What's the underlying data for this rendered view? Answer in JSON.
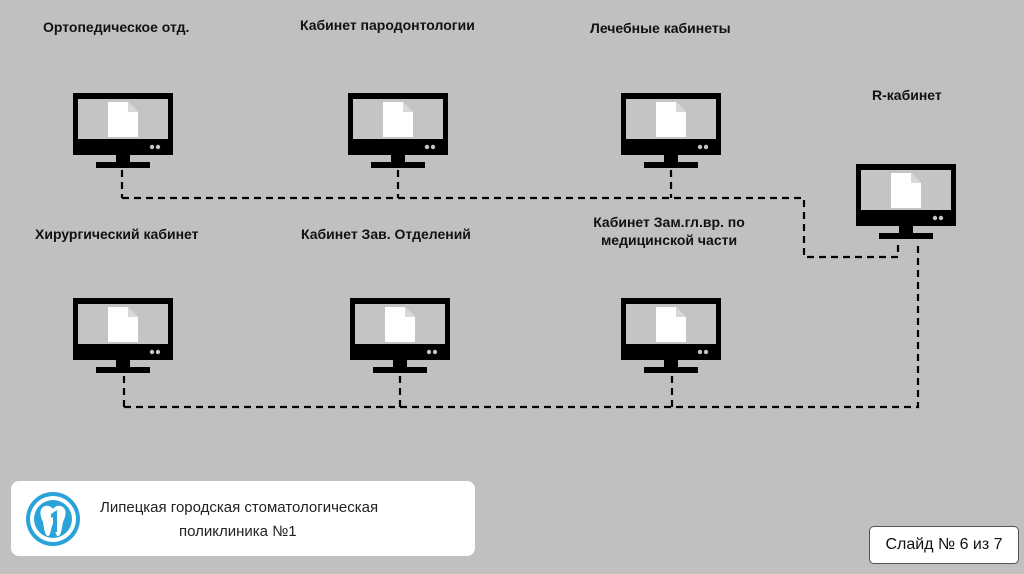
{
  "labels": {
    "ortho": "Ортопедическое отд.",
    "parodont": "Кабинет пародонтологии",
    "lech": "Лечебные кабинеты",
    "r": "R-кабинет",
    "hirurg": "Хирургический кабинет",
    "zav": "Кабинет Зав. Отделений",
    "zam": "Кабинет Зам.гл.вр. по медицинской части"
  },
  "footer": {
    "org_line1": "Липецкая городская стоматологическая",
    "org_line2": "поликлиника №1"
  },
  "slide": {
    "counter": "Слайд № 6 из 7"
  },
  "colors": {
    "background": "#c0c0c0",
    "monitor": "#000000",
    "document": "#ffffff",
    "logo_accent": "#2aa3d8"
  },
  "icons": [
    "monitor-icon",
    "document-icon",
    "clinic-logo-icon"
  ]
}
